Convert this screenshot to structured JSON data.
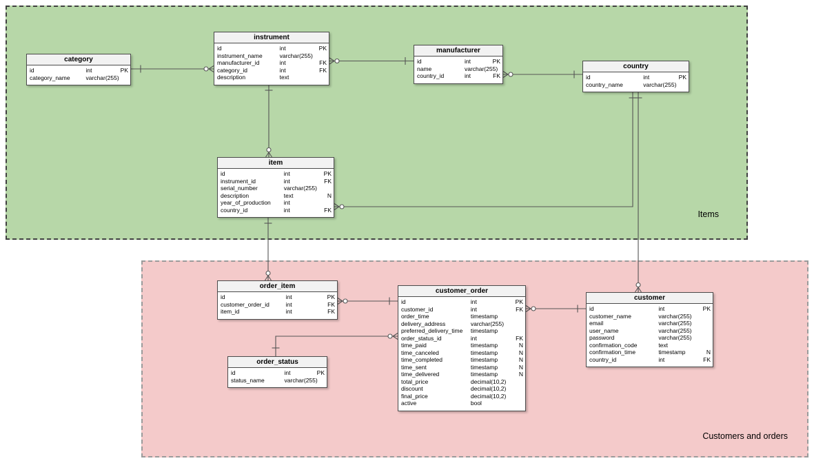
{
  "diagram": {
    "type": "er-diagram",
    "regions": [
      {
        "label": "Items",
        "fill": "#b7d7a8",
        "border_color": "#3f3f3f"
      },
      {
        "label": "Customers and orders",
        "fill": "#f4caca",
        "border_color": "#9a9a9a"
      }
    ],
    "entities": [
      {
        "title": "category",
        "region": "Items",
        "columns": [
          {
            "name": "id",
            "type": "int",
            "flag": "PK"
          },
          {
            "name": "category_name",
            "type": "varchar(255)",
            "flag": ""
          }
        ]
      },
      {
        "title": "instrument",
        "region": "Items",
        "columns": [
          {
            "name": "id",
            "type": "int",
            "flag": "PK"
          },
          {
            "name": "instrument_name",
            "type": "varchar(255)",
            "flag": ""
          },
          {
            "name": "manufacturer_id",
            "type": "int",
            "flag": "FK"
          },
          {
            "name": "category_id",
            "type": "int",
            "flag": "FK"
          },
          {
            "name": "description",
            "type": "text",
            "flag": ""
          }
        ]
      },
      {
        "title": "manufacturer",
        "region": "Items",
        "columns": [
          {
            "name": "id",
            "type": "int",
            "flag": "PK"
          },
          {
            "name": "name",
            "type": "varchar(255)",
            "flag": ""
          },
          {
            "name": "country_id",
            "type": "int",
            "flag": "FK"
          }
        ]
      },
      {
        "title": "country",
        "region": "Items",
        "columns": [
          {
            "name": "id",
            "type": "int",
            "flag": "PK"
          },
          {
            "name": "country_name",
            "type": "varchar(255)",
            "flag": ""
          }
        ]
      },
      {
        "title": "item",
        "region": "Items",
        "columns": [
          {
            "name": "id",
            "type": "int",
            "flag": "PK"
          },
          {
            "name": "instrument_id",
            "type": "int",
            "flag": "FK"
          },
          {
            "name": "serial_number",
            "type": "varchar(255)",
            "flag": ""
          },
          {
            "name": "description",
            "type": "text",
            "flag": "N"
          },
          {
            "name": "year_of_production",
            "type": "int",
            "flag": ""
          },
          {
            "name": "country_id",
            "type": "int",
            "flag": "FK"
          }
        ]
      },
      {
        "title": "order_item",
        "region": "Customers and orders",
        "columns": [
          {
            "name": "id",
            "type": "int",
            "flag": "PK"
          },
          {
            "name": "customer_order_id",
            "type": "int",
            "flag": "FK"
          },
          {
            "name": "item_id",
            "type": "int",
            "flag": "FK"
          }
        ]
      },
      {
        "title": "customer_order",
        "region": "Customers and orders",
        "columns": [
          {
            "name": "id",
            "type": "int",
            "flag": "PK"
          },
          {
            "name": "customer_id",
            "type": "int",
            "flag": "FK"
          },
          {
            "name": "order_time",
            "type": "timestamp",
            "flag": ""
          },
          {
            "name": "delivery_address",
            "type": "varchar(255)",
            "flag": ""
          },
          {
            "name": "preferred_delivery_time",
            "type": "timestamp",
            "flag": ""
          },
          {
            "name": "order_status_id",
            "type": "int",
            "flag": "FK"
          },
          {
            "name": "time_paid",
            "type": "timestamp",
            "flag": "N"
          },
          {
            "name": "time_canceled",
            "type": "timestamp",
            "flag": "N"
          },
          {
            "name": "time_completed",
            "type": "timestamp",
            "flag": "N"
          },
          {
            "name": "time_sent",
            "type": "timestamp",
            "flag": "N"
          },
          {
            "name": "time_delivered",
            "type": "timestamp",
            "flag": "N"
          },
          {
            "name": "total_price",
            "type": "decimal(10,2)",
            "flag": ""
          },
          {
            "name": "discount",
            "type": "decimal(10,2)",
            "flag": ""
          },
          {
            "name": "final_price",
            "type": "decimal(10,2)",
            "flag": ""
          },
          {
            "name": "active",
            "type": "bool",
            "flag": ""
          }
        ]
      },
      {
        "title": "order_status",
        "region": "Customers and orders",
        "columns": [
          {
            "name": "id",
            "type": "int",
            "flag": "PK"
          },
          {
            "name": "status_name",
            "type": "varchar(255)",
            "flag": ""
          }
        ]
      },
      {
        "title": "customer",
        "region": "Customers and orders",
        "columns": [
          {
            "name": "id",
            "type": "int",
            "flag": "PK"
          },
          {
            "name": "customer_name",
            "type": "varchar(255)",
            "flag": ""
          },
          {
            "name": "email",
            "type": "varchar(255)",
            "flag": ""
          },
          {
            "name": "user_name",
            "type": "varchar(255)",
            "flag": ""
          },
          {
            "name": "password",
            "type": "varchar(255)",
            "flag": ""
          },
          {
            "name": "confirmation_code",
            "type": "text",
            "flag": ""
          },
          {
            "name": "confirmation_time",
            "type": "timestamp",
            "flag": "N"
          },
          {
            "name": "country_id",
            "type": "int",
            "flag": "FK"
          }
        ]
      },
      {
        "_comment": ""
      }
    ],
    "relationships": [
      {
        "from": "instrument.category_id",
        "to": "category.id",
        "from_cardinality": "zero-or-many",
        "to_cardinality": "one"
      },
      {
        "from": "instrument.manufacturer_id",
        "to": "manufacturer.id",
        "from_cardinality": "zero-or-many",
        "to_cardinality": "one"
      },
      {
        "from": "manufacturer.country_id",
        "to": "country.id",
        "from_cardinality": "zero-or-many",
        "to_cardinality": "one"
      },
      {
        "from": "item.instrument_id",
        "to": "instrument.id",
        "from_cardinality": "zero-or-many",
        "to_cardinality": "one"
      },
      {
        "from": "item.country_id",
        "to": "country.id",
        "from_cardinality": "zero-or-many",
        "to_cardinality": "one"
      },
      {
        "from": "order_item.item_id",
        "to": "item.id",
        "from_cardinality": "zero-or-many",
        "to_cardinality": "one"
      },
      {
        "from": "order_item.customer_order_id",
        "to": "customer_order.id",
        "from_cardinality": "zero-or-many",
        "to_cardinality": "one"
      },
      {
        "from": "customer_order.customer_id",
        "to": "customer.id",
        "from_cardinality": "zero-or-many",
        "to_cardinality": "one"
      },
      {
        "from": "customer_order.order_status_id",
        "to": "order_status.id",
        "from_cardinality": "zero-or-many",
        "to_cardinality": "one"
      },
      {
        "from": "customer.country_id",
        "to": "country.id",
        "from_cardinality": "zero-or-many",
        "to_cardinality": "one"
      }
    ]
  }
}
